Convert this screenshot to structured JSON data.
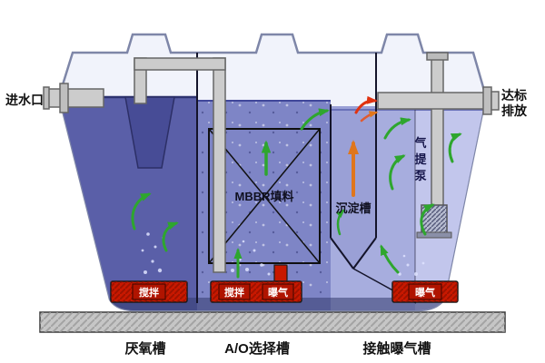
{
  "diagram": {
    "inlet_label": "进水口",
    "outlet_label_lines": [
      "达标",
      "排放"
    ],
    "mbbr_label": "MBBR填料",
    "settling_label": "沉淀槽",
    "airlift_label_chars": [
      "气",
      "提",
      "泵"
    ],
    "equipment": {
      "mixer_left": "搅拌",
      "mixer_mid": "搅拌",
      "aeration_mid": "曝气",
      "aeration_right": "曝气"
    },
    "zone_labels": [
      "厌氧槽",
      "A/O选择槽",
      "接触曝气槽"
    ],
    "colors": {
      "anaerobic_zone": "#5a5fa8",
      "ao_zone": "#7e85c6",
      "settling_zone": "#9aa0d6",
      "aeration_zone": "#a7adde",
      "airlift_zone": "#c2c6ec",
      "tank_top": "#f1f3fb",
      "pipe": "#cccccc",
      "equipment_red": "#c81800",
      "arrow_green": "#2ea62e",
      "arrow_orange": "#e0761c",
      "arrow_red": "#e03210",
      "ground": "#c6c6c6"
    }
  }
}
